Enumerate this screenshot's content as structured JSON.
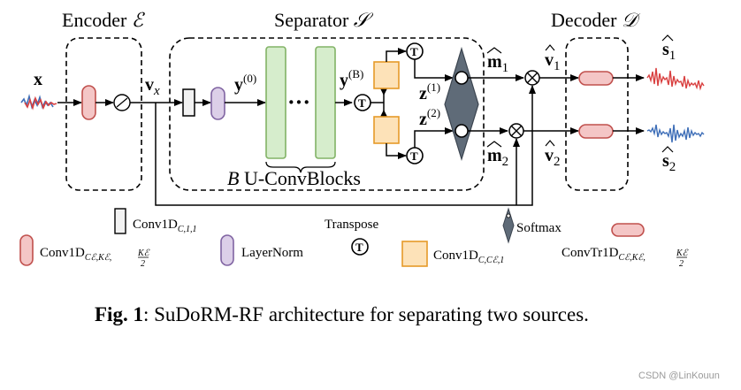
{
  "diagram": {
    "encoder_title": "Encoder",
    "encoder_symbol": "ℰ",
    "separator_title": "Separator",
    "separator_symbol": "𝒮",
    "decoder_title": "Decoder",
    "decoder_symbol": "𝒟",
    "input_label": "x",
    "vx_label": "v",
    "vx_sub": "x",
    "y0_label": "y",
    "y0_sup": "(0)",
    "yB_label": "y",
    "yB_sup": "(B)",
    "z1_label": "z",
    "z1_sup": "(1)",
    "z2_label": "z",
    "z2_sup": "(2)",
    "m1_label": "m",
    "m1_sub": "1",
    "m2_label": "m",
    "m2_sub": "2",
    "v1_label": "v",
    "v1_sub": "1",
    "v2_label": "v",
    "v2_sub": "2",
    "s1_label": "s",
    "s1_sub": "1",
    "s2_label": "s",
    "s2_sub": "2",
    "dots": "···",
    "blocks_B": "B",
    "blocks_label": "U-ConvBlocks",
    "transpose_glyph": "T",
    "colors": {
      "encoder_conv": "#f4c6c6",
      "encoder_conv_border": "#c0504d",
      "layernorm": "#dccfe8",
      "layernorm_border": "#8064a2",
      "ublock": "#d6edcc",
      "ublock_border": "#82b366",
      "conv_cc": "#fde2b8",
      "conv_cc_border": "#e69a28",
      "softmax": "#5f6b78",
      "wave_red": "#d94040",
      "wave_blue": "#3f6fb8"
    }
  },
  "legend": {
    "conv1x1": "Conv1D",
    "conv1x1_sub": "C,1,1",
    "transpose": "Transpose",
    "softmax": "Softmax",
    "conv_enc": "Conv1D",
    "conv_enc_sub": "Cℰ,Kℰ,",
    "conv_enc_frac_num": "Kℰ",
    "conv_enc_frac_den": "2",
    "layernorm": "LayerNorm",
    "conv_cc": "Conv1D",
    "conv_cc_sub": "C,Cℰ,1",
    "convtr": "ConvTr1D",
    "convtr_sub": "Cℰ,Kℰ,",
    "convtr_frac_num": "Kℰ",
    "convtr_frac_den": "2"
  },
  "caption": {
    "label": "Fig. 1",
    "text": ": SuDoRM-RF architecture for separating two sources."
  },
  "watermark": "CSDN @LinKouun"
}
